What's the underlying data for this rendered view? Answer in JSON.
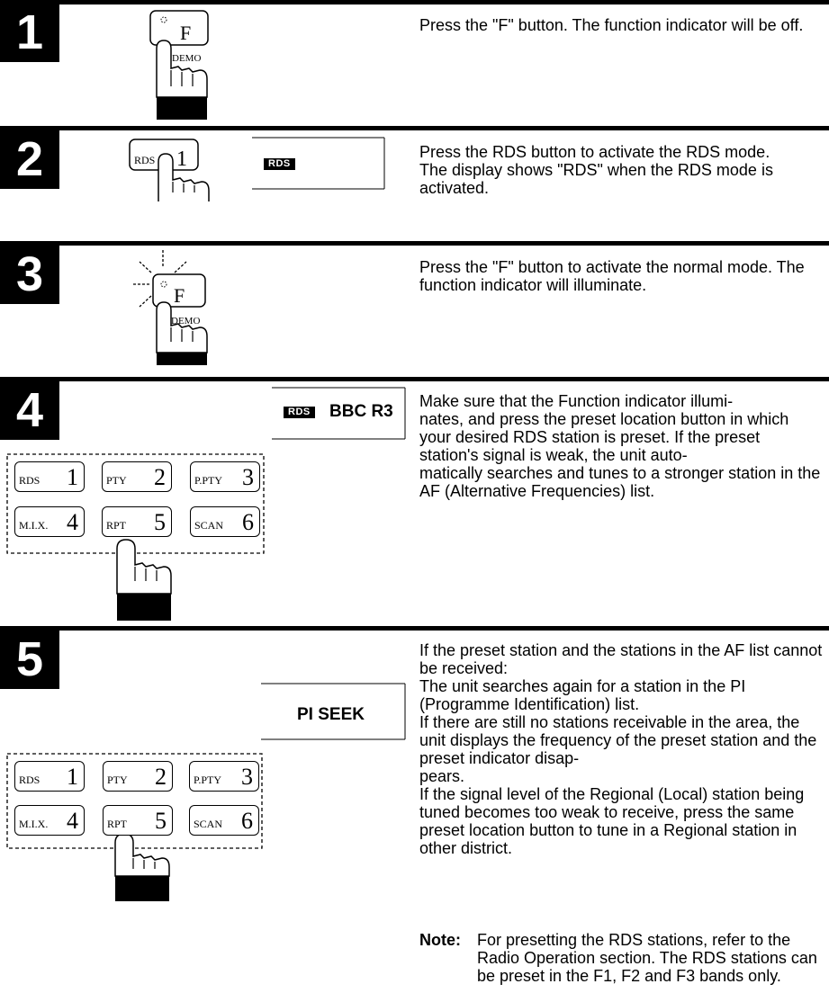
{
  "steps": [
    {
      "number": "1",
      "text": "Press the \"F\" button. The function indicator will be off."
    },
    {
      "number": "2",
      "text": "Press the RDS button to activate the RDS mode.\nThe display shows \"RDS\" when the RDS mode is activated."
    },
    {
      "number": "3",
      "text": "Press the \"F\" button to activate the normal mode. The function indicator will illuminate."
    },
    {
      "number": "4",
      "text": "Make sure that the Function indicator illumi-\nnates, and press the preset location button in which your desired RDS station is preset. If the preset station's signal is weak, the unit auto-\nmatically searches and tunes to a stronger station in the AF (Alternative Frequencies) list."
    },
    {
      "number": "5",
      "text": "If the preset station and the stations in the AF list cannot be received:\nThe unit searches again for a station in the PI (Programme Identification) list.\nIf there are still no stations receivable in the area, the unit displays the frequency of the preset station and the preset indicator disap-\npears.\nIf the signal level of the Regional (Local) station being tuned becomes too weak to receive, press the same preset location button to tune in a Regional station in other district."
    }
  ],
  "note": {
    "label": "Note:",
    "text": "For presetting the RDS stations, refer to the Radio Operation section. The RDS stations can be preset in the F1, F2 and F3 bands only."
  },
  "buttons": {
    "f_key": "F",
    "demo": "DEMO",
    "rds1_label": "RDS",
    "rds1_num": "1"
  },
  "displays": {
    "step2_tag": "RDS",
    "step4_tag": "RDS",
    "step4_station": "BBC R3",
    "step5_text": "PI SEEK"
  },
  "preset_keys": [
    {
      "label": "RDS",
      "num": "1"
    },
    {
      "label": "PTY",
      "num": "2"
    },
    {
      "label": "P.PTY",
      "num": "3"
    },
    {
      "label": "M.I.X.",
      "num": "4"
    },
    {
      "label": "RPT",
      "num": "5"
    },
    {
      "label": "SCAN",
      "num": "6"
    }
  ]
}
